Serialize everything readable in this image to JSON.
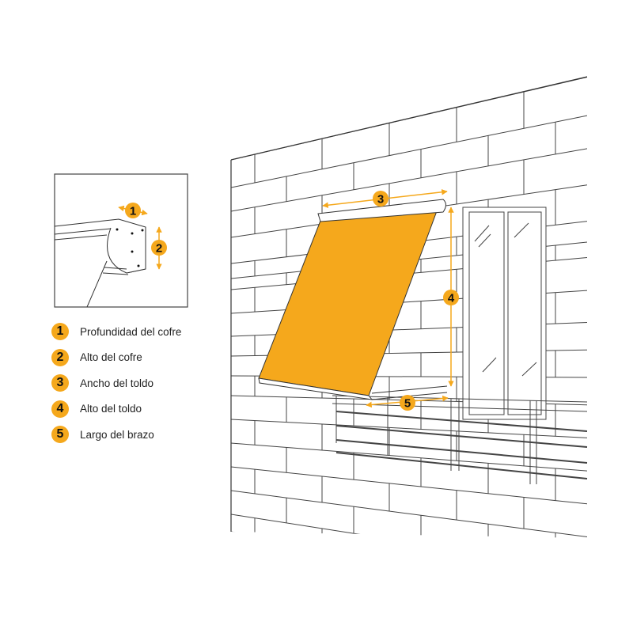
{
  "colors": {
    "accent": "#F5A81C",
    "line": "#333333"
  },
  "callouts": [
    "1",
    "2",
    "3",
    "4",
    "5"
  ],
  "legend": [
    {
      "num": "1",
      "label": "Profundidad del cofre"
    },
    {
      "num": "2",
      "label": "Alto del cofre"
    },
    {
      "num": "3",
      "label": "Ancho del toldo"
    },
    {
      "num": "4",
      "label": "Alto del toldo"
    },
    {
      "num": "5",
      "label": "Largo del brazo"
    }
  ]
}
